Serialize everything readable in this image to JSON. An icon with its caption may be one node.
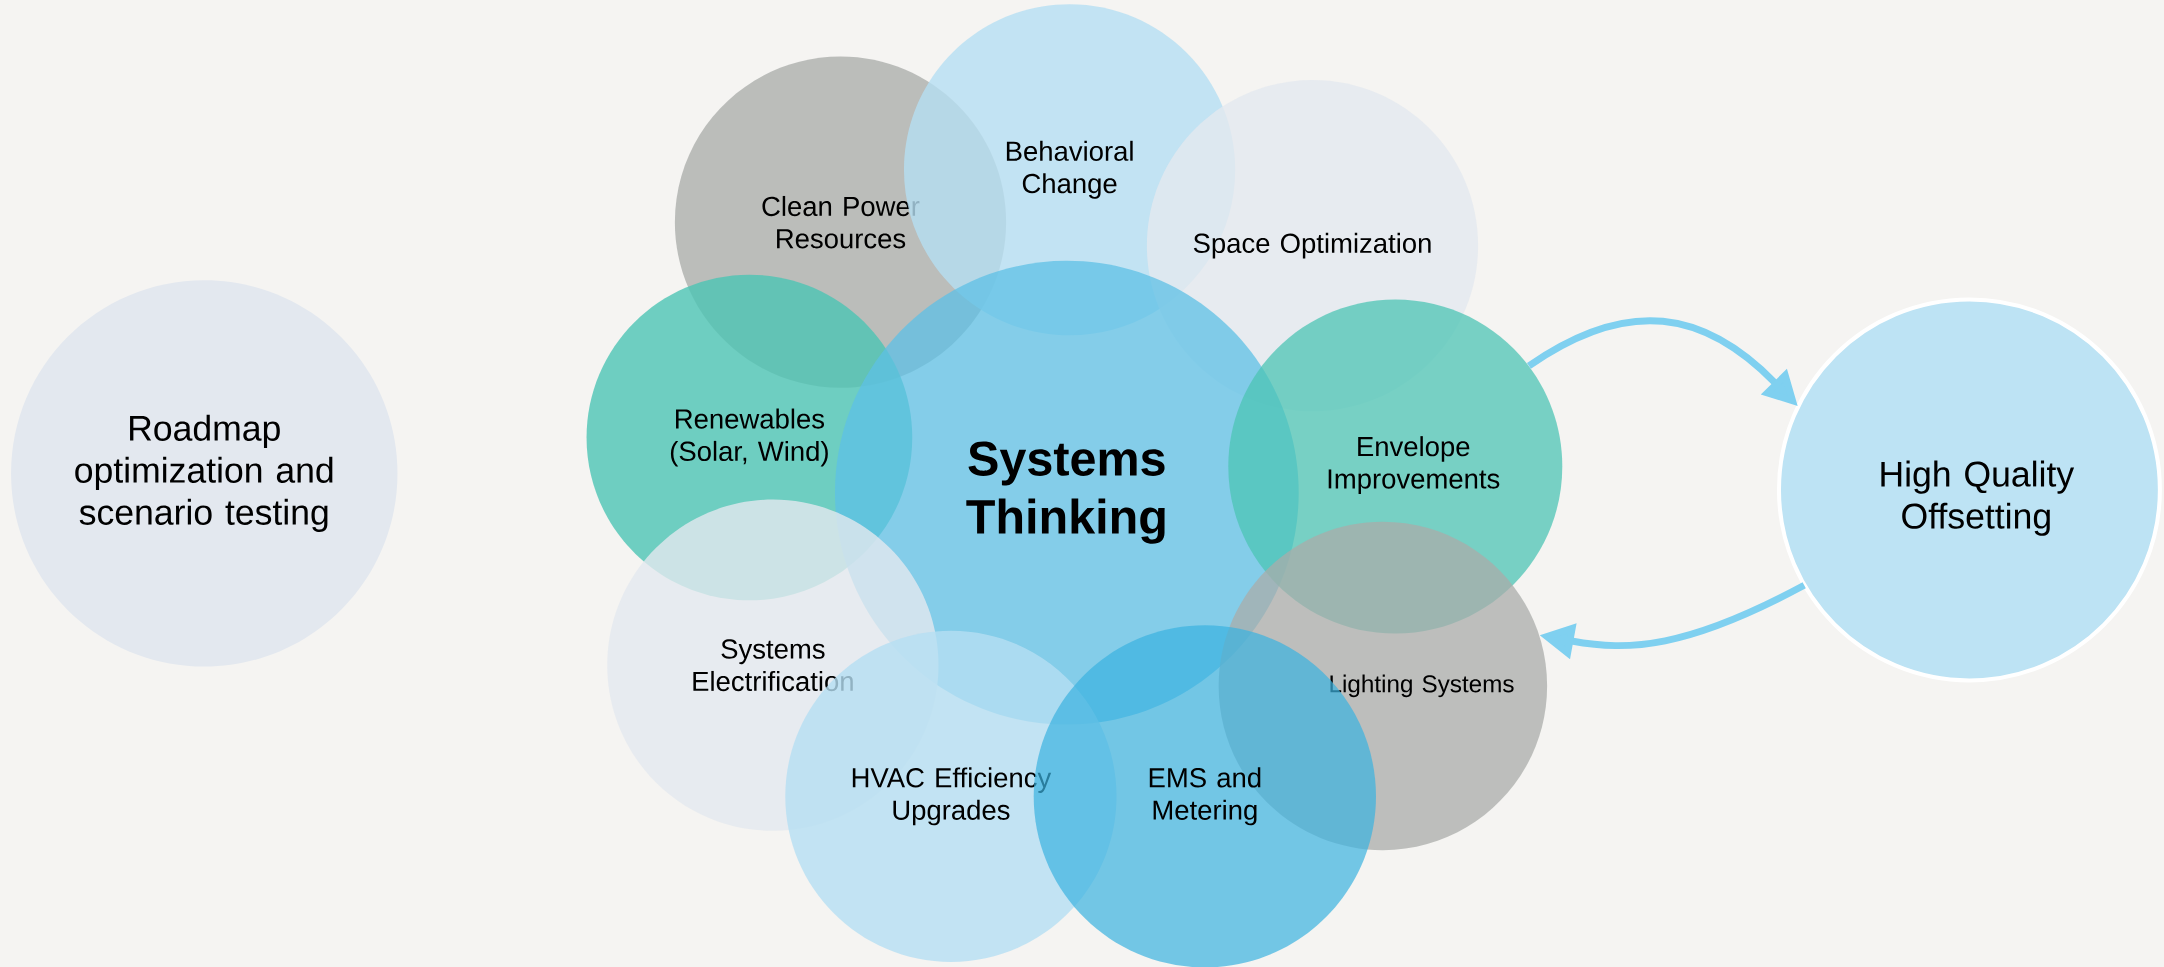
{
  "diagram": {
    "nodes": [
      {
        "text": [
          "Roadmap optimization and scenario testing"
        ]
      },
      {
        "text": [
          "Clean Power Resources"
        ]
      },
      {
        "text": [
          "Behavioral Change"
        ]
      },
      {
        "text": [
          "Space Optimization"
        ]
      },
      {
        "text": [
          "Renewables (Solar, Wind)"
        ]
      },
      {
        "text": [
          "Systems Thinking"
        ]
      },
      {
        "text": [
          "Envelope Improvements"
        ]
      },
      {
        "text": [
          "Systems Electrification"
        ]
      },
      {
        "text": [
          "Lighting Systems"
        ]
      },
      {
        "text": [
          "HVAC Efficiency Upgrades"
        ]
      },
      {
        "text": [
          "EMS and Metering"
        ]
      },
      {
        "text": [
          "High Quality Offsetting"
        ]
      }
    ],
    "edges": [
      {
        "from": 6,
        "to": 11,
        "arrow": "to"
      },
      {
        "from": 11,
        "to": 8,
        "arrow": "to"
      }
    ]
  }
}
